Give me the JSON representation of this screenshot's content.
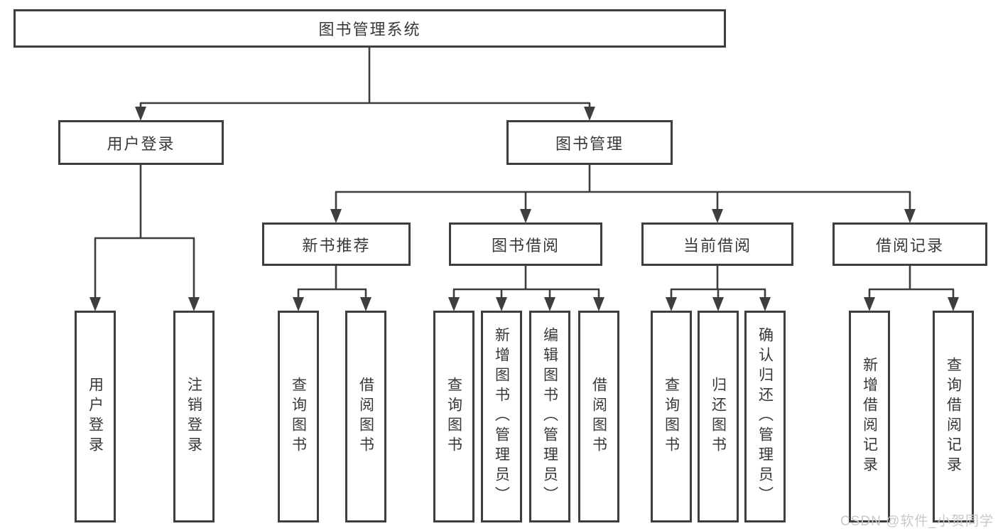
{
  "colors": {
    "line": "#3e3e3e",
    "box_border": "#3e3e3e",
    "text": "#383838",
    "watermark": "#c9c9c9",
    "background": "#ffffff"
  },
  "watermark": "CSDN @软件_小贺同学",
  "diagram": {
    "root": "图书管理系统",
    "branches": [
      {
        "label": "用户登录",
        "children": [
          "用户登录",
          "注销登录"
        ]
      },
      {
        "label": "图书管理",
        "groups": [
          {
            "label": "新书推荐",
            "children": [
              "查询图书",
              "借阅图书"
            ]
          },
          {
            "label": "图书借阅",
            "children": [
              "查询图书",
              "新增图书（管理员）",
              "编辑图书（管理员）",
              "借阅图书"
            ]
          },
          {
            "label": "当前借阅",
            "children": [
              "查询图书",
              "归还图书",
              "确认归还（管理员）"
            ]
          },
          {
            "label": "借阅记录",
            "children": [
              "新增借阅记录",
              "查询借阅记录"
            ]
          }
        ]
      }
    ]
  }
}
